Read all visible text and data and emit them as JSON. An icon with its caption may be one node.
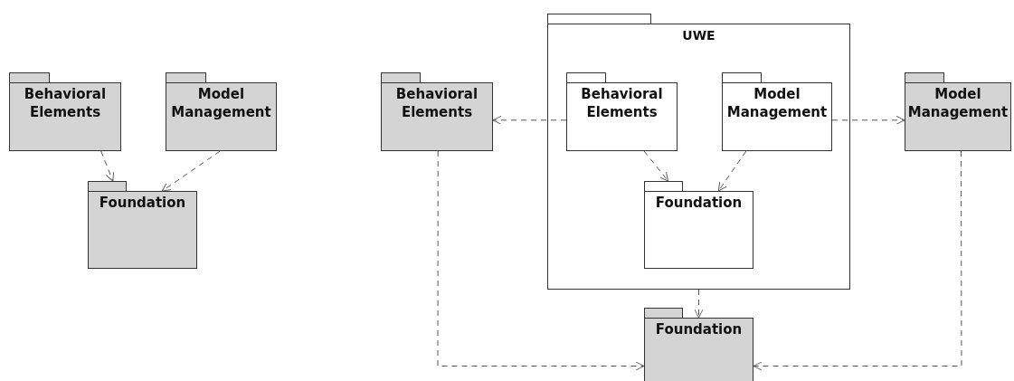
{
  "diagram": {
    "nodes": [
      {
        "text": [
          "Behavioral Elements"
        ]
      },
      {
        "text": [
          "Model Management"
        ]
      },
      {
        "text": [
          "Foundation"
        ]
      },
      {
        "text": [
          "Behavioral Elements"
        ]
      },
      {
        "text": [
          "UWE"
        ]
      },
      {
        "text": [
          "Behavioral Elements"
        ],
        "in": 4
      },
      {
        "text": [
          "Model Management"
        ],
        "in": 4
      },
      {
        "text": [
          "Foundation"
        ],
        "in": 4
      },
      {
        "text": [
          "Model Management"
        ]
      },
      {
        "text": [
          "Foundation"
        ]
      }
    ],
    "edges": [
      {
        "from": 0,
        "to": 2,
        "arrow": "to",
        "style": "dashed"
      },
      {
        "from": 1,
        "to": 2,
        "arrow": "to",
        "style": "dashed"
      },
      {
        "from": 5,
        "to": 3,
        "arrow": "to",
        "style": "dashed"
      },
      {
        "from": 6,
        "to": 8,
        "arrow": "to",
        "style": "dashed"
      },
      {
        "from": 5,
        "to": 7,
        "arrow": "to",
        "style": "dashed"
      },
      {
        "from": 6,
        "to": 7,
        "arrow": "to",
        "style": "dashed"
      },
      {
        "from": 4,
        "to": 9,
        "arrow": "to",
        "style": "dashed"
      },
      {
        "from": 3,
        "to": 9,
        "arrow": "to",
        "style": "dashed"
      },
      {
        "from": 8,
        "to": 9,
        "arrow": "to",
        "style": "dashed"
      }
    ]
  }
}
